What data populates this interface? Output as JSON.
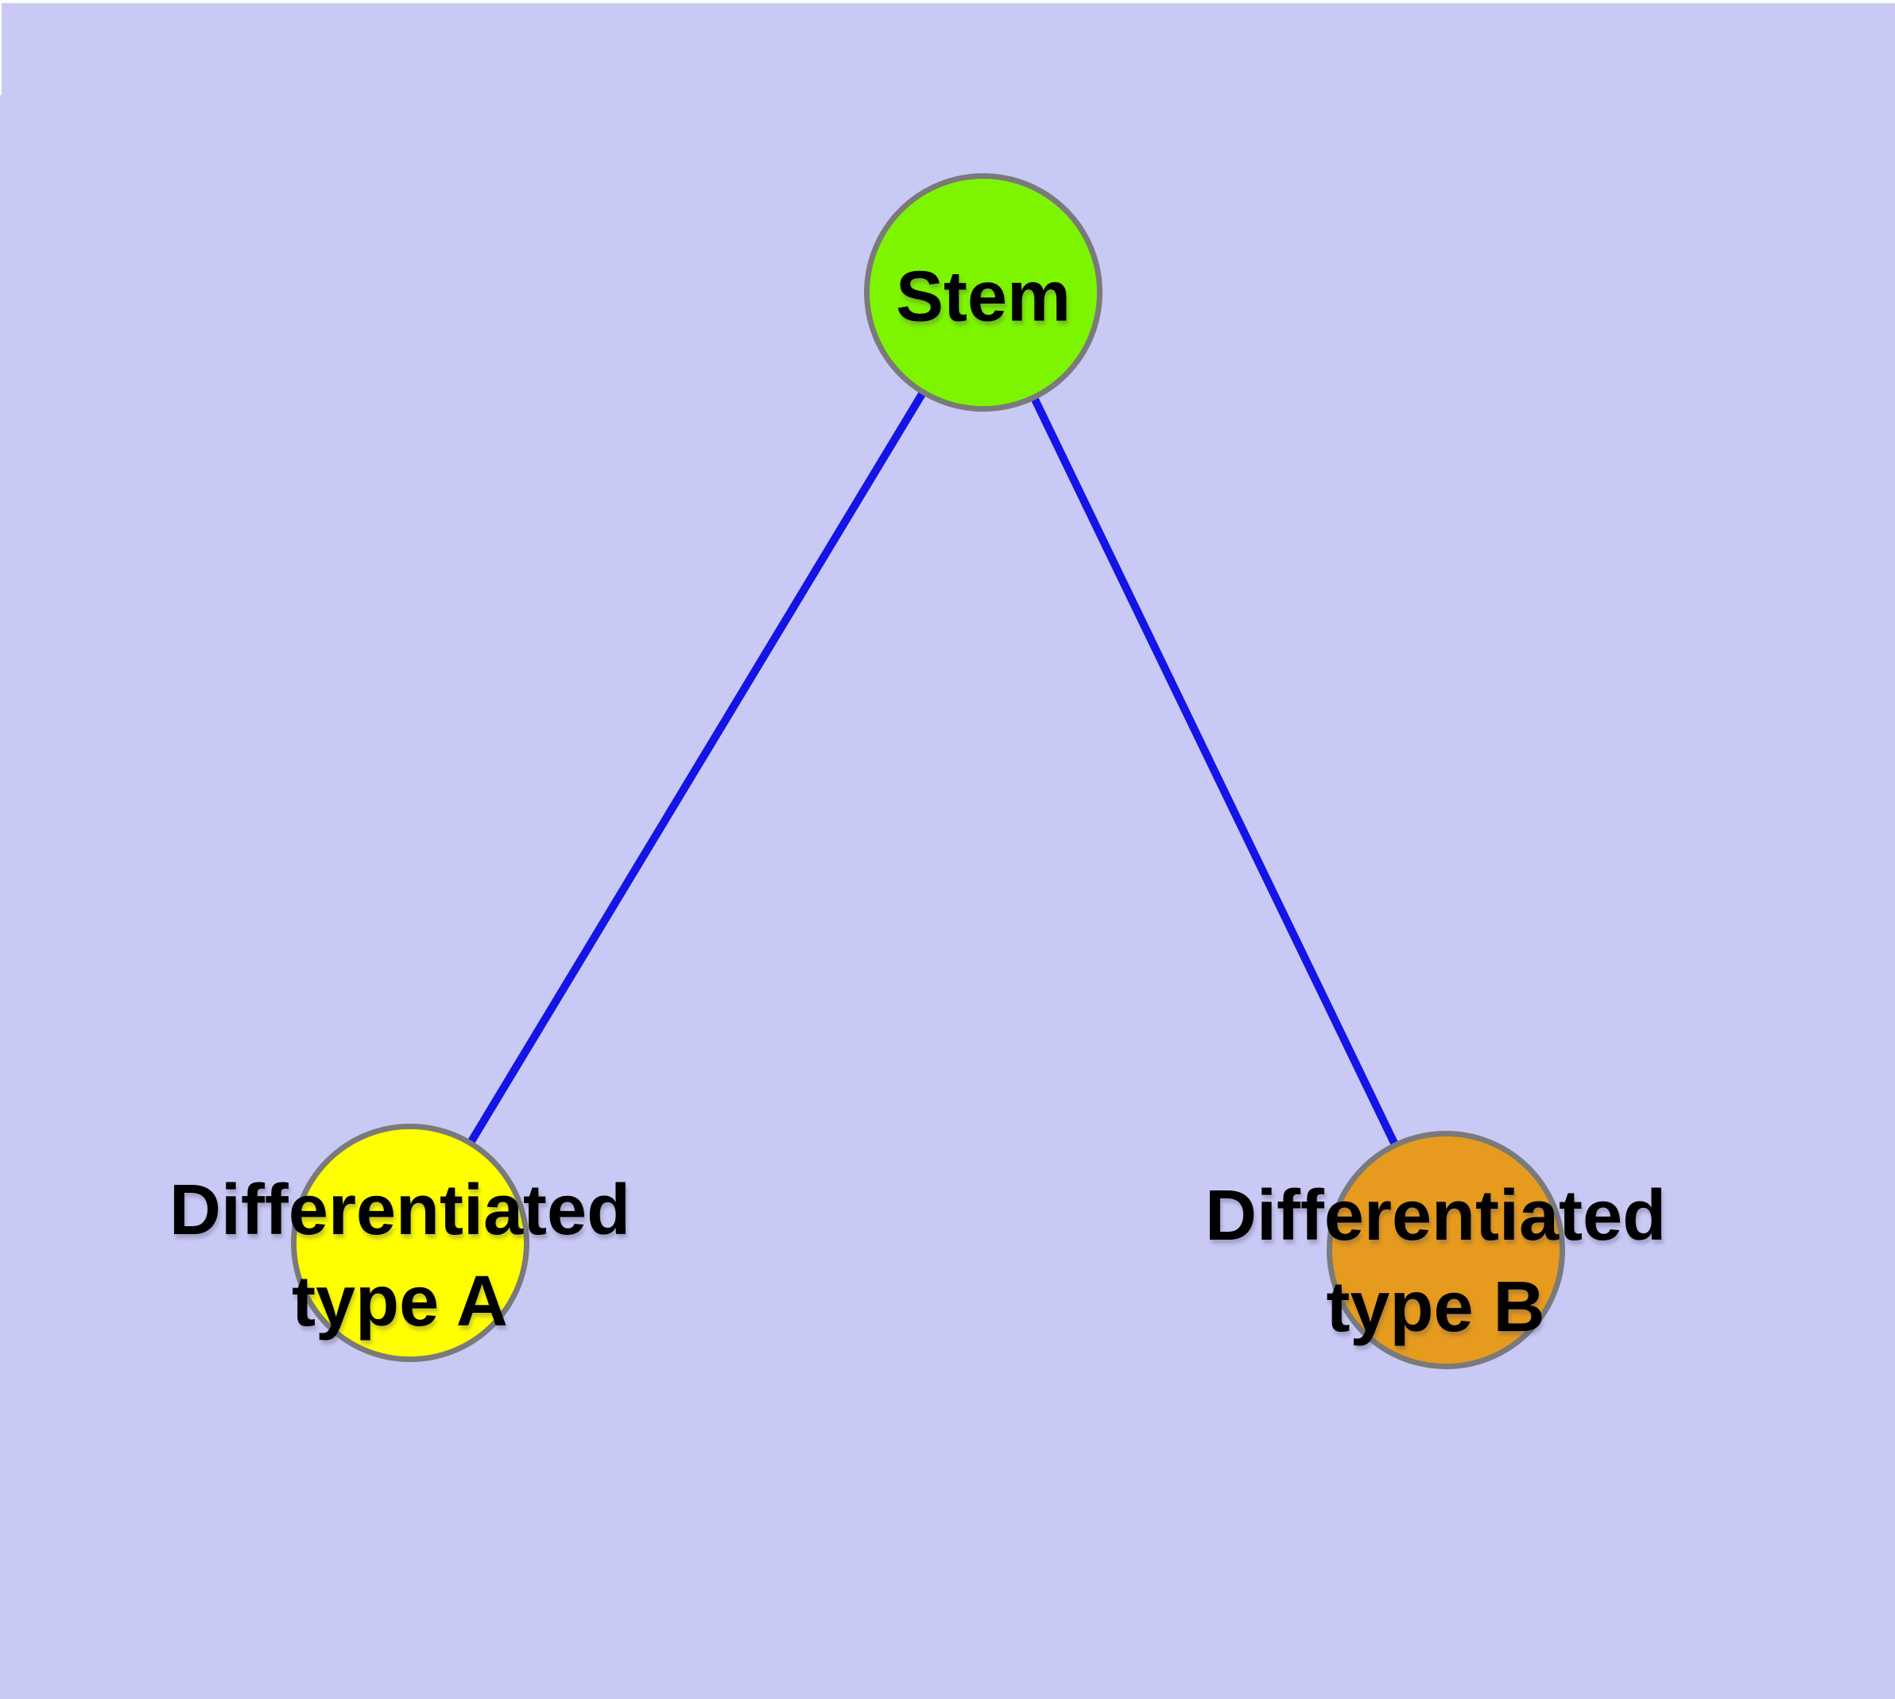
{
  "figure": {
    "background_color": "#C9C9F5",
    "margin_color": "#FFFFFF"
  },
  "graph": {
    "node_border_color": "#7A7A7A",
    "edge_color": "#1414E6",
    "nodes": [
      {
        "id": "stem",
        "label": "Stem",
        "fill": "#7EF500"
      },
      {
        "id": "diff-a",
        "label": "Differentiated\ntype A",
        "fill": "#FFFF00"
      },
      {
        "id": "diff-b",
        "label": "Differentiated\ntype B",
        "fill": "#E69B1E"
      }
    ],
    "edges": [
      {
        "from": "stem",
        "to": "diff-a"
      },
      {
        "from": "stem",
        "to": "diff-b"
      }
    ]
  }
}
